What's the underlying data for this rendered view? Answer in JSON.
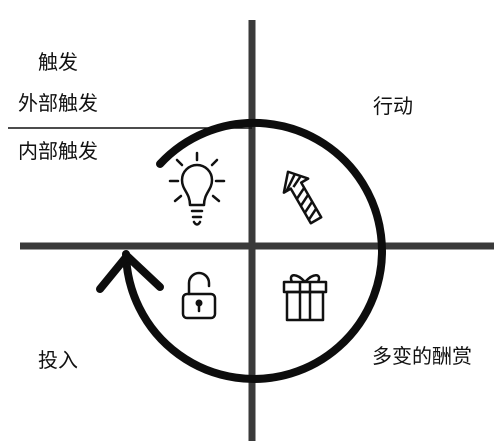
{
  "labels": {
    "trigger": "触发",
    "external_trigger": "外部触发",
    "internal_trigger": "内部触发",
    "action": "行动",
    "investment": "投入",
    "variable_reward": "多变的酬赏"
  },
  "colors": {
    "ink": "#111111",
    "background": "#ffffff"
  },
  "icons": {
    "trigger": "lightbulb-icon",
    "action": "striped-arrow-icon",
    "reward": "gift-icon",
    "investment": "unlocked-padlock-icon"
  }
}
